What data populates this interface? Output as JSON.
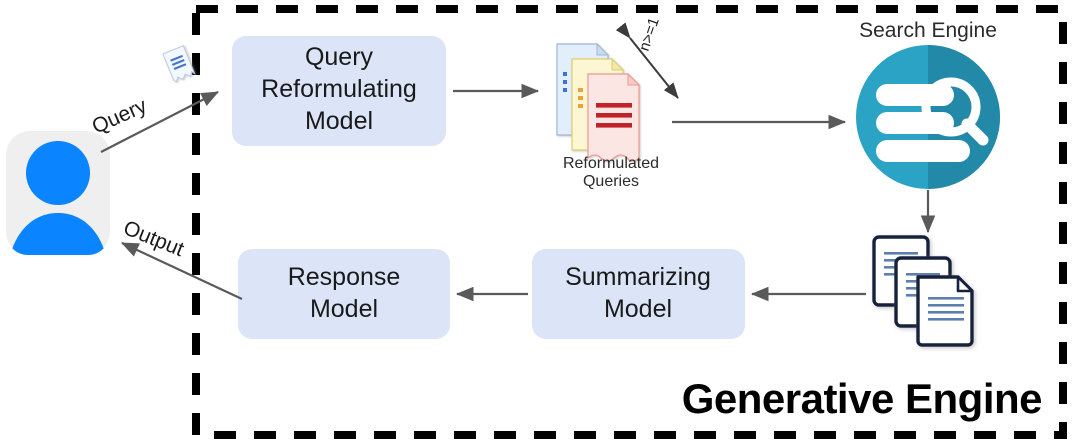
{
  "diagram": {
    "container_label": "Generative Engine",
    "boundary_style": "dashed",
    "colors": {
      "box_fill": "#dbe5f7",
      "arrow": "#5a5a5a",
      "boundary": "#000000",
      "avatar_blue": "#0a84ff",
      "avatar_bg": "#efefef",
      "search_engine_light": "#2ba3c4",
      "search_engine_dark": "#2389a8",
      "doc_red": "#c0232a",
      "doc_navy": "#1b2a4a",
      "text": "#1a1a1a"
    },
    "nodes": [
      {
        "id": "user",
        "type": "avatar-icon",
        "name": "user-avatar"
      },
      {
        "id": "query_reformulating_model",
        "type": "process-box",
        "label_lines": [
          "Query",
          "Reformulating",
          "Model"
        ]
      },
      {
        "id": "reformulated_queries",
        "type": "document-stack-icon",
        "caption_lines": [
          "Reformulated",
          "Queries"
        ]
      },
      {
        "id": "search_engine",
        "type": "search-engine-icon",
        "caption": "Search Engine"
      },
      {
        "id": "retrieved_documents",
        "type": "document-stack-icon",
        "caption": ""
      },
      {
        "id": "summarizing_model",
        "type": "process-box",
        "label_lines": [
          "Summarizing",
          "Model"
        ]
      },
      {
        "id": "response_model",
        "type": "process-box",
        "label_lines": [
          "Response",
          "Model"
        ]
      }
    ],
    "edges": [
      {
        "from": "user",
        "to": "query_reformulating_model",
        "label": "Query",
        "icon": "document-icon"
      },
      {
        "from": "query_reformulating_model",
        "to": "reformulated_queries",
        "label": ""
      },
      {
        "from": "reformulated_queries",
        "to": "search_engine",
        "label": ""
      },
      {
        "from": "search_engine",
        "to": "retrieved_documents",
        "label": ""
      },
      {
        "from": "retrieved_documents",
        "to": "summarizing_model",
        "label": ""
      },
      {
        "from": "summarizing_model",
        "to": "response_model",
        "label": ""
      },
      {
        "from": "response_model",
        "to": "user",
        "label": "Output"
      }
    ],
    "annotations": [
      {
        "id": "multiplicity",
        "text": "n>=1",
        "attached_to": "reformulated_queries",
        "arrow": "double-headed"
      }
    ]
  }
}
